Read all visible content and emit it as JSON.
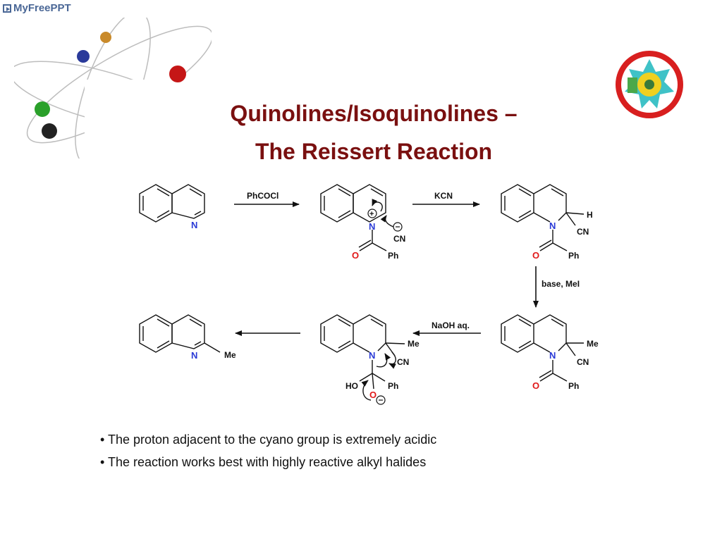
{
  "watermark": "MyFreePPT",
  "title": {
    "line1": "Quinolines/Isoquinolines –",
    "line2": "The Reissert Reaction"
  },
  "reagents": {
    "step1": "PhCOCl",
    "step2": "KCN",
    "step3": "base, MeI",
    "step4": "NaOH aq."
  },
  "atom_labels": {
    "n": "N",
    "o": "O",
    "ph": "Ph",
    "cn": "CN",
    "h": "H",
    "me": "Me",
    "ho": "HO"
  },
  "bullets": [
    "The proton adjacent to the cyano group is extremely acidic",
    "The reaction works best with highly reactive alkyl halides"
  ],
  "colors": {
    "title": "#7a1010",
    "nitrogen": "#2a3ad6",
    "oxygen": "#e01818",
    "watermark": "#4a6796"
  }
}
